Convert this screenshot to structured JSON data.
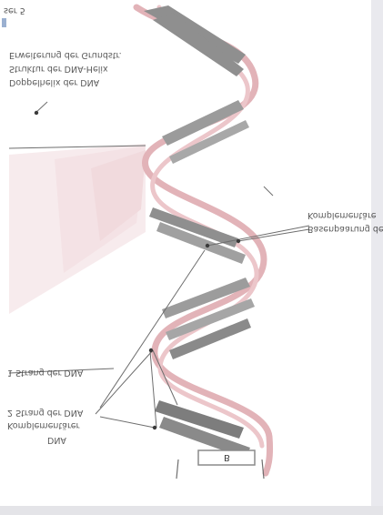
{
  "labels": {
    "top_corner": "ser 5",
    "top_left_line1": "Erweiterung der Grundstr.",
    "top_left_line2": "Struktur der DNA-Helix",
    "top_left_line3": "Doppelhelix der DNA",
    "right_line1": "Komplementäre",
    "right_line2": "Basenpaarung der",
    "strand_1": "1 Strang der DNA",
    "strand_2_line1": "2 Strang der DNA",
    "strand_2_line2": "Komplementärer",
    "bottom_left": "DNA",
    "base_letter": "B"
  },
  "colors": {
    "backbone_pink": "#e2b3b8",
    "base_pair_gray": "#8f8f8f",
    "line_gray": "#6e6e6e",
    "page_shadow": "#d9d9de"
  }
}
